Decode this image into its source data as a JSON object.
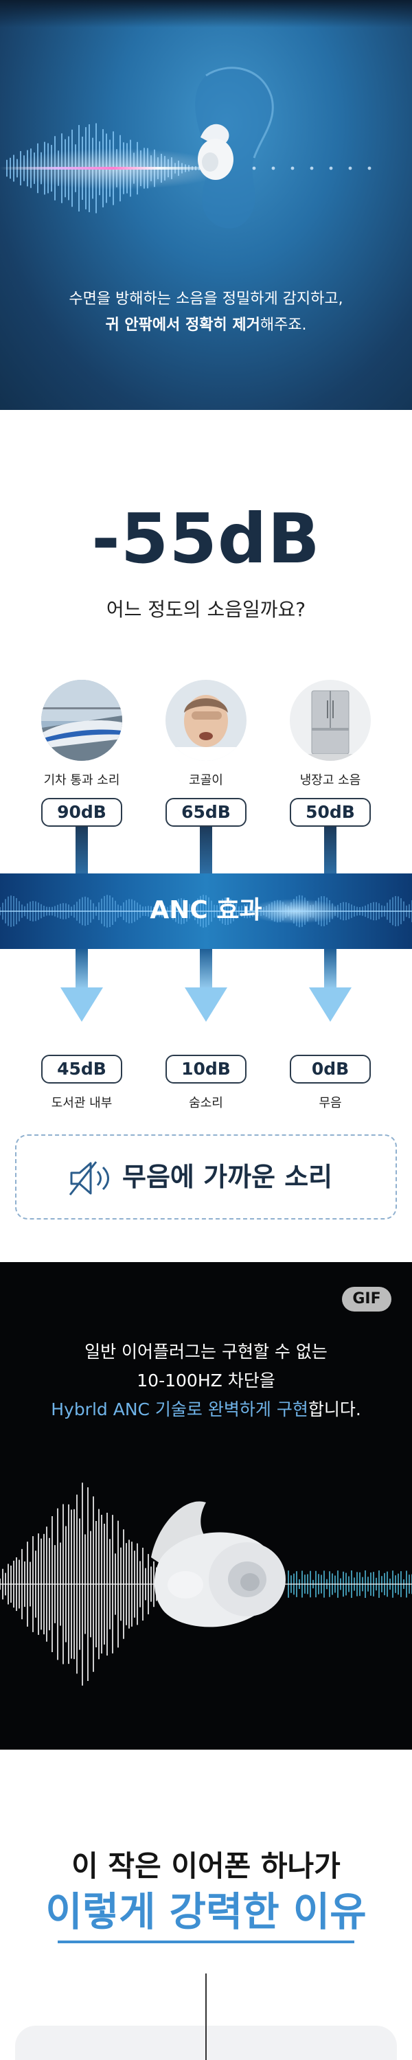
{
  "hero": {
    "caption_line1": "수면을 방해하는 소음을 정밀하게 감지하고,",
    "caption_line2_bold": "귀 안팎에서 정확히 제거",
    "caption_line2_rest": "해주죠."
  },
  "noise": {
    "headline": "-55dB",
    "question": "어느 정도의 소음일까요?",
    "sources": [
      {
        "label": "기차 통과 소리",
        "db": "90dB"
      },
      {
        "label": "코골이",
        "db": "65dB"
      },
      {
        "label": "냉장고 소음",
        "db": "50dB"
      }
    ],
    "anc_label": "ANC 효과",
    "results": [
      {
        "label": "도서관 내부",
        "db": "45dB"
      },
      {
        "label": "숨소리",
        "db": "10dB"
      },
      {
        "label": "무음",
        "db": "0dB"
      }
    ],
    "near_silence": "무음에 가까운 소리"
  },
  "dark": {
    "badge": "GIF",
    "line1": "일반 이어플러그는 구현할 수 없는",
    "line2": "10-100HZ 차단을",
    "line3_highlight": "Hybrld ANC 기술로 완벽하게 구현",
    "line3_rest": "합니다."
  },
  "reason": {
    "line1": "이 작은 이어폰 하나가",
    "line2": "이렇게 강력한 이유"
  },
  "colors": {
    "accent": "#3e8fd2",
    "navy": "#1a2e44",
    "highlight": "#6fb3e8"
  }
}
